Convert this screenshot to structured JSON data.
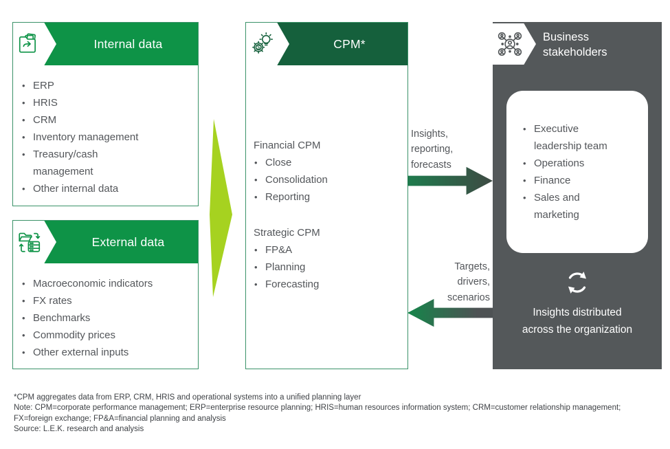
{
  "colors": {
    "green": "#0E9347",
    "dark_green": "#15603C",
    "lime": "#A6D220",
    "panel_gray": "#54585A",
    "text_gray": "#53565A"
  },
  "internal": {
    "title": "Internal data",
    "icon": "folder-export-icon",
    "items": [
      "ERP",
      "HRIS",
      "CRM",
      "Inventory management",
      "Treasury/cash\nmanagement",
      "Other internal data"
    ]
  },
  "external": {
    "title": "External data",
    "icon": "folder-database-sync-icon",
    "items": [
      "Macroeconomic indicators",
      "FX rates",
      "Benchmarks",
      "Commodity prices",
      "Other external inputs"
    ]
  },
  "cpm": {
    "title": "CPM*",
    "icon": "gear-dollar-bulb-icon",
    "sections": [
      {
        "heading": "Financial CPM",
        "items": [
          "Close",
          "Consolidation",
          "Reporting"
        ]
      },
      {
        "heading": "Strategic CPM",
        "items": [
          "FP&A",
          "Planning",
          "Forecasting"
        ]
      }
    ]
  },
  "stakeholders": {
    "title": "Business\nstakeholders",
    "icon": "people-network-icon",
    "items": [
      "Executive\nleadership team",
      "Operations",
      "Finance",
      "Sales and\nmarketing"
    ],
    "cycle_icon": "cycle-arrows-icon",
    "cycle_caption": "Insights distributed\nacross the organization"
  },
  "flows": {
    "to_stakeholders": "Insights,\nreporting,\nforecasts",
    "to_cpm": "Targets,\ndrivers,\nscenarios"
  },
  "footer": {
    "footnote": "*CPM aggregates data from ERP, CRM, HRIS and operational systems into a unified planning layer",
    "note": "Note: CPM=corporate performance management; ERP=enterprise resource planning; HRIS=human resources information system; CRM=customer relationship management; FX=foreign exchange; FP&A=financial planning and analysis",
    "source": "Source: L.E.K. research and analysis"
  }
}
